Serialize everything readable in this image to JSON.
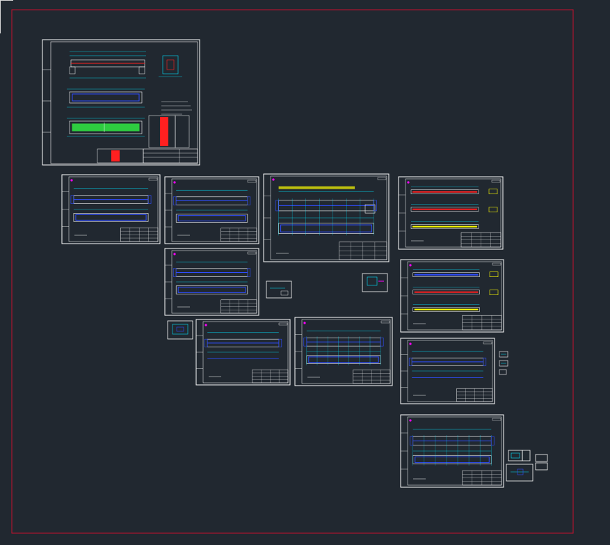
{
  "app": {
    "view": "CAD model space",
    "background": "#212830",
    "boundary_color": "#c8102e",
    "sheet_line_color": "#ffffff",
    "accent_cyan": "#00e5ff",
    "accent_blue": "#2f4dff",
    "accent_magenta": "#ff00ff",
    "accent_red": "#ff2020",
    "accent_yellow": "#ffff00",
    "accent_green": "#2ecc40"
  },
  "sheets": [
    {
      "id": "sheet-1",
      "kind": "general-assembly"
    },
    {
      "id": "sheet-2",
      "kind": "beam"
    },
    {
      "id": "sheet-3",
      "kind": "beam"
    },
    {
      "id": "sheet-4",
      "kind": "beam-section"
    },
    {
      "id": "sheet-5",
      "kind": "beam-colored"
    },
    {
      "id": "sheet-6",
      "kind": "beam"
    },
    {
      "id": "sheet-7",
      "kind": "beam-colored"
    },
    {
      "id": "sheet-8",
      "kind": "beam"
    },
    {
      "id": "sheet-9",
      "kind": "beam"
    },
    {
      "id": "sheet-10",
      "kind": "beam"
    },
    {
      "id": "sheet-11",
      "kind": "beam"
    }
  ]
}
